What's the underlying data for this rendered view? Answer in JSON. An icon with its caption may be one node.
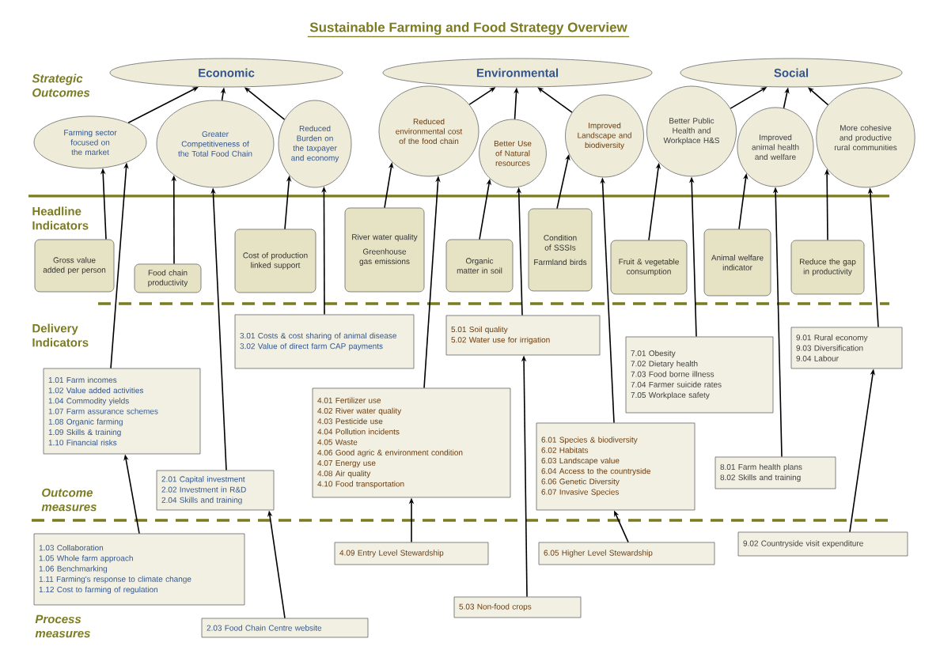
{
  "diagram": {
    "title": "Sustainable Farming and Food Strategy Overview",
    "nodes": [
      {
        "text": [
          "Economic"
        ]
      },
      {
        "text": [
          "Environmental"
        ]
      },
      {
        "text": [
          "Social"
        ]
      },
      {
        "text": [
          "Farming sector focused on the market"
        ]
      },
      {
        "text": [
          "Greater Competitiveness of the Total Food Chain"
        ]
      },
      {
        "text": [
          "Reduced Burden on the taxpayer and economy"
        ]
      },
      {
        "text": [
          "Reduced environmental cost of the food chain"
        ]
      },
      {
        "text": [
          "Better Use of Natural resources"
        ]
      },
      {
        "text": [
          "Improved Landscape and biodiversity"
        ]
      },
      {
        "text": [
          "Better Public Health and Workplace H&S"
        ]
      },
      {
        "text": [
          "Improved animal health and welfare"
        ]
      },
      {
        "text": [
          "More cohesive and productive rural communities"
        ]
      },
      {
        "text": [
          "Gross value added per person"
        ]
      },
      {
        "text": [
          "Food chain productivity"
        ]
      },
      {
        "text": [
          "Cost of production linked support"
        ]
      },
      {
        "text": [
          "River water quality",
          "Greenhouse gas emissions"
        ]
      },
      {
        "text": [
          "Organic matter in soil"
        ]
      },
      {
        "text": [
          "Condition of SSSIs",
          "Farmland birds"
        ]
      },
      {
        "text": [
          "Fruit & vegetable consumption"
        ]
      },
      {
        "text": [
          "Animal welfare indicator"
        ]
      },
      {
        "text": [
          "Reduce the gap in productivity"
        ]
      },
      {
        "text": [
          "3.01 Costs & cost sharing of animal disease",
          "3.02 Value of direct farm CAP payments"
        ]
      },
      {
        "text": [
          "5.01 Soil quality",
          "5.02 Water use for irrigation"
        ]
      },
      {
        "text": [
          "1.01 Farm incomes",
          "1.02 Value added activities",
          "1.04 Commodity yields",
          "1.07 Farm assurance schemes",
          "1.08 Organic farming",
          "1.09 Skills & training",
          "1.10 Financial risks"
        ]
      },
      {
        "text": [
          "4.01 Fertilizer use",
          "4.02 River water quality",
          "4.03 Pesticide use",
          "4.04 Pollution incidents",
          "4.05 Waste",
          "4.06 Good agric & environment condition",
          "4.07 Energy use",
          "4.08 Air quality",
          "4.10 Food transportation"
        ]
      },
      {
        "text": [
          "7.01 Obesity",
          "7.02 Dietary health",
          "7.03 Food borne illness",
          "7.04 Farmer suicide rates",
          "7.05 Workplace safety"
        ]
      },
      {
        "text": [
          "9.01 Rural economy",
          "9.03 Diversification",
          "9.04 Labour"
        ]
      },
      {
        "text": [
          "6.01 Species & biodiversity",
          "6.02 Habitats",
          "6.03 Landscape value",
          "6.04 Access to the countryside",
          "6.06 Genetic Diversity",
          "6.07 Invasive Species"
        ]
      },
      {
        "text": [
          "8.01 Farm health plans",
          "8.02 Skills and training"
        ]
      },
      {
        "text": [
          "2.01 Capital investment",
          "2.02 Investment in R&D",
          "2.04 Skills and training"
        ]
      },
      {
        "text": [
          "1.03 Collaboration",
          "1.05 Whole farm approach",
          "1.06 Benchmarking",
          "1.11 Farming's response to climate change",
          "1.12 Cost to farming of regulation"
        ]
      },
      {
        "text": [
          "4.09 Entry Level Stewardship"
        ]
      },
      {
        "text": [
          "6.05 Higher Level Stewardship"
        ]
      },
      {
        "text": [
          "9.02 Countryside visit expenditure"
        ]
      },
      {
        "text": [
          "2.03 Food Chain Centre website"
        ]
      },
      {
        "text": [
          "5.03 Non-food crops"
        ]
      }
    ],
    "edges": [
      {
        "from": 3,
        "to": 0,
        "arrow": "to"
      },
      {
        "from": 4,
        "to": 0,
        "arrow": "to"
      },
      {
        "from": 5,
        "to": 0,
        "arrow": "to"
      },
      {
        "from": 6,
        "to": 1,
        "arrow": "to"
      },
      {
        "from": 7,
        "to": 1,
        "arrow": "to"
      },
      {
        "from": 8,
        "to": 1,
        "arrow": "to"
      },
      {
        "from": 9,
        "to": 2,
        "arrow": "to"
      },
      {
        "from": 10,
        "to": 2,
        "arrow": "to"
      },
      {
        "from": 11,
        "to": 2,
        "arrow": "to"
      },
      {
        "from": 12,
        "to": 3,
        "arrow": "to"
      },
      {
        "from": 23,
        "to": 3,
        "arrow": "to"
      },
      {
        "from": 13,
        "to": 4,
        "arrow": "to"
      },
      {
        "from": 29,
        "to": 4,
        "arrow": "to"
      },
      {
        "from": 14,
        "to": 5,
        "arrow": "to"
      },
      {
        "from": 21,
        "to": 5,
        "arrow": "to"
      },
      {
        "from": 15,
        "to": 6,
        "arrow": "to"
      },
      {
        "from": 24,
        "to": 6,
        "arrow": "to"
      },
      {
        "from": 16,
        "to": 7,
        "arrow": "to"
      },
      {
        "from": 22,
        "to": 7,
        "arrow": "to"
      },
      {
        "from": 17,
        "to": 8,
        "arrow": "to"
      },
      {
        "from": 27,
        "to": 8,
        "arrow": "to"
      },
      {
        "from": 18,
        "to": 9,
        "arrow": "to"
      },
      {
        "from": 25,
        "to": 9,
        "arrow": "to"
      },
      {
        "from": 19,
        "to": 10,
        "arrow": "to"
      },
      {
        "from": 28,
        "to": 10,
        "arrow": "to"
      },
      {
        "from": 20,
        "to": 11,
        "arrow": "to"
      },
      {
        "from": 26,
        "to": 11,
        "arrow": "to"
      },
      {
        "from": 30,
        "to": 23,
        "arrow": "to"
      },
      {
        "from": 34,
        "to": 29,
        "arrow": "to"
      },
      {
        "from": 31,
        "to": 24,
        "arrow": "to"
      },
      {
        "from": 35,
        "to": 22,
        "arrow": "to"
      },
      {
        "from": 32,
        "to": 27,
        "arrow": "to"
      },
      {
        "from": 33,
        "to": 26,
        "arrow": "to"
      }
    ],
    "labels": [
      "Strategic Outcomes",
      "Headline Indicators",
      "Delivery Indicators",
      "Outcome measures",
      "Process measures"
    ]
  }
}
